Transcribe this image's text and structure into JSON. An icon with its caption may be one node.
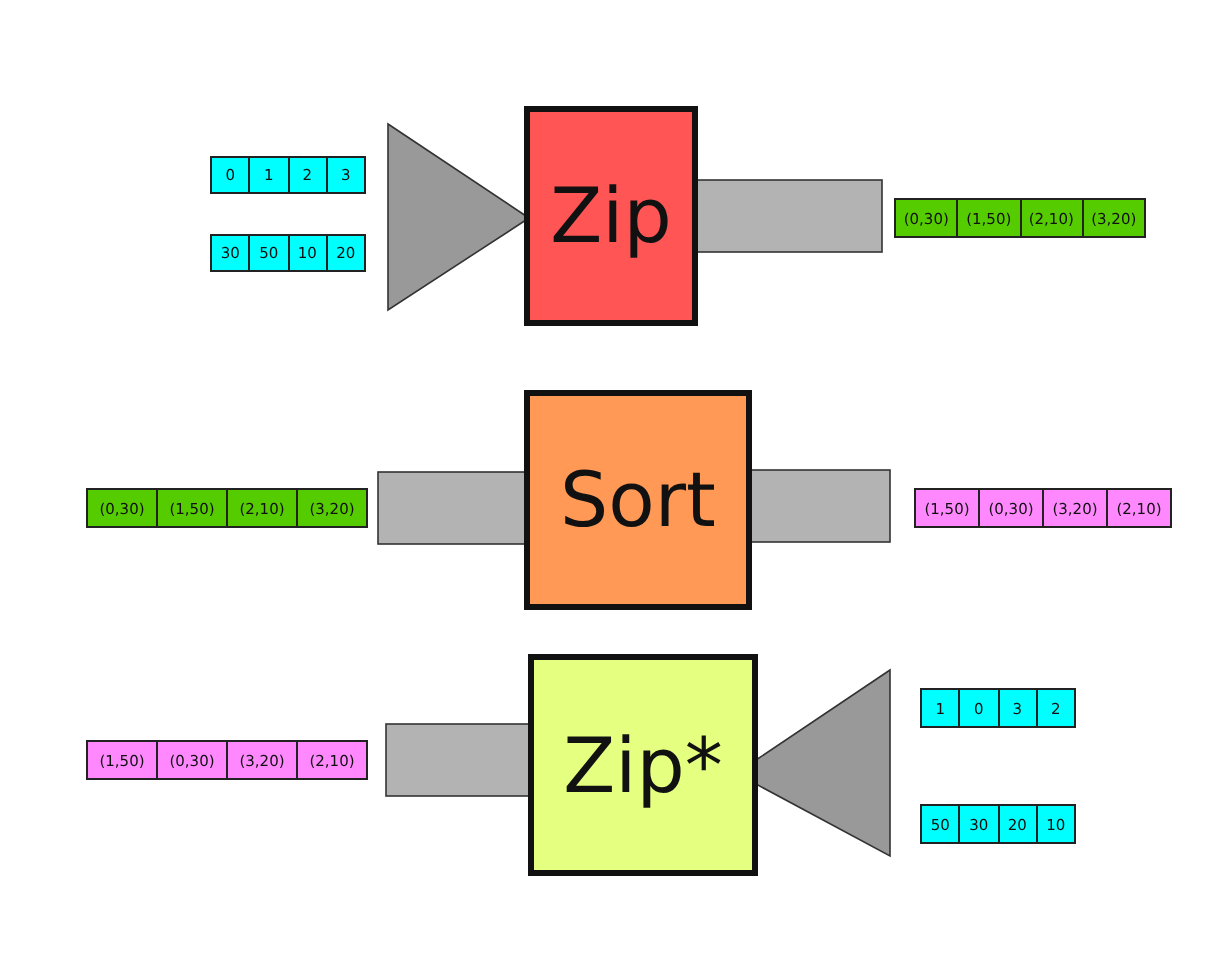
{
  "diagram": {
    "nodes": [
      {
        "text": [
          "0",
          "1",
          "2",
          "3"
        ]
      },
      {
        "text": [
          "30",
          "50",
          "10",
          "20"
        ]
      },
      {
        "text": [
          "Zip"
        ]
      },
      {
        "text": [
          "(0,30)",
          "(1,50)",
          "(2,10)",
          "(3,20)"
        ]
      },
      {
        "text": [
          "(0,30)",
          "(1,50)",
          "(2,10)",
          "(3,20)"
        ]
      },
      {
        "text": [
          "Sort"
        ]
      },
      {
        "text": [
          "(1,50)",
          "(0,30)",
          "(3,20)",
          "(2,10)"
        ]
      },
      {
        "text": [
          "(1,50)",
          "(0,30)",
          "(3,20)",
          "(2,10)"
        ]
      },
      {
        "text": [
          "Zip*"
        ]
      },
      {
        "text": [
          "1",
          "0",
          "3",
          "2"
        ]
      },
      {
        "text": [
          "50",
          "30",
          "20",
          "10"
        ]
      },
      {
        "text": [],
        "shape": "triangle"
      },
      {
        "text": [],
        "shape": "bar"
      },
      {
        "text": [],
        "shape": "bar"
      },
      {
        "text": [],
        "shape": "bar"
      },
      {
        "text": [],
        "shape": "bar"
      },
      {
        "text": [],
        "shape": "triangle"
      }
    ]
  }
}
